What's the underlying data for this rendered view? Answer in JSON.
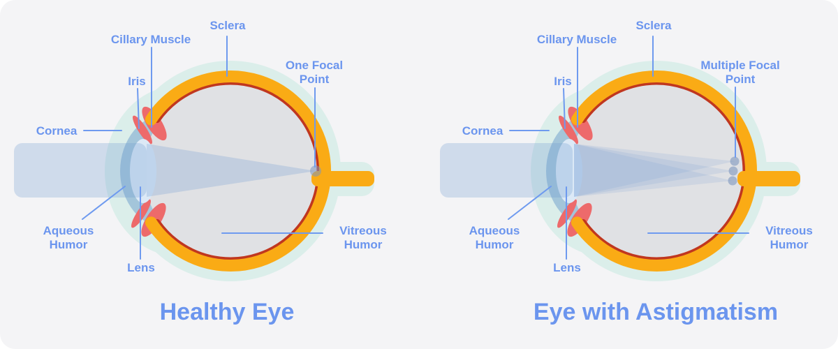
{
  "figure": {
    "type": "eye-anatomy-comparison-diagram"
  },
  "palette": {
    "card_background": "#f4f4f6",
    "page_background": "#ffffff",
    "label_blue": "#6b95ee",
    "leader_line_blue": "#6e9aef",
    "sclera_orange": "#faab15",
    "retina_red": "#c0371f",
    "iris_ciliary_red": "#ed6a6b",
    "halo_teal": "#dbeeea",
    "cornea_blue_gray": "#a3c5da",
    "lens_light_blue": "#dce9f6",
    "vitreous_interior_gray": "#e0e1e4",
    "light_beam_blue": "rgba(110,155,210,0.28)"
  },
  "eyes": [
    {
      "title": "Healthy Eye",
      "labels": {
        "sclera": "Sclera",
        "ciliary": "Cillary Muscle",
        "iris": "Iris",
        "cornea": "Cornea",
        "aqueous_line1": "Aqueous",
        "aqueous_line2": "Humor",
        "lens": "Lens",
        "vitreous_line1": "Vitreous",
        "vitreous_line2": "Humor",
        "focal_line1": "One Focal",
        "focal_line2": "Point"
      }
    },
    {
      "title": "Eye with Astigmatism",
      "labels": {
        "sclera": "Sclera",
        "ciliary": "Cillary Muscle",
        "iris": "Iris",
        "cornea": "Cornea",
        "aqueous_line1": "Aqueous",
        "aqueous_line2": "Humor",
        "lens": "Lens",
        "vitreous_line1": "Vitreous",
        "vitreous_line2": "Humor",
        "focal_line1": "Multiple Focal",
        "focal_line2": "Point"
      }
    }
  ]
}
